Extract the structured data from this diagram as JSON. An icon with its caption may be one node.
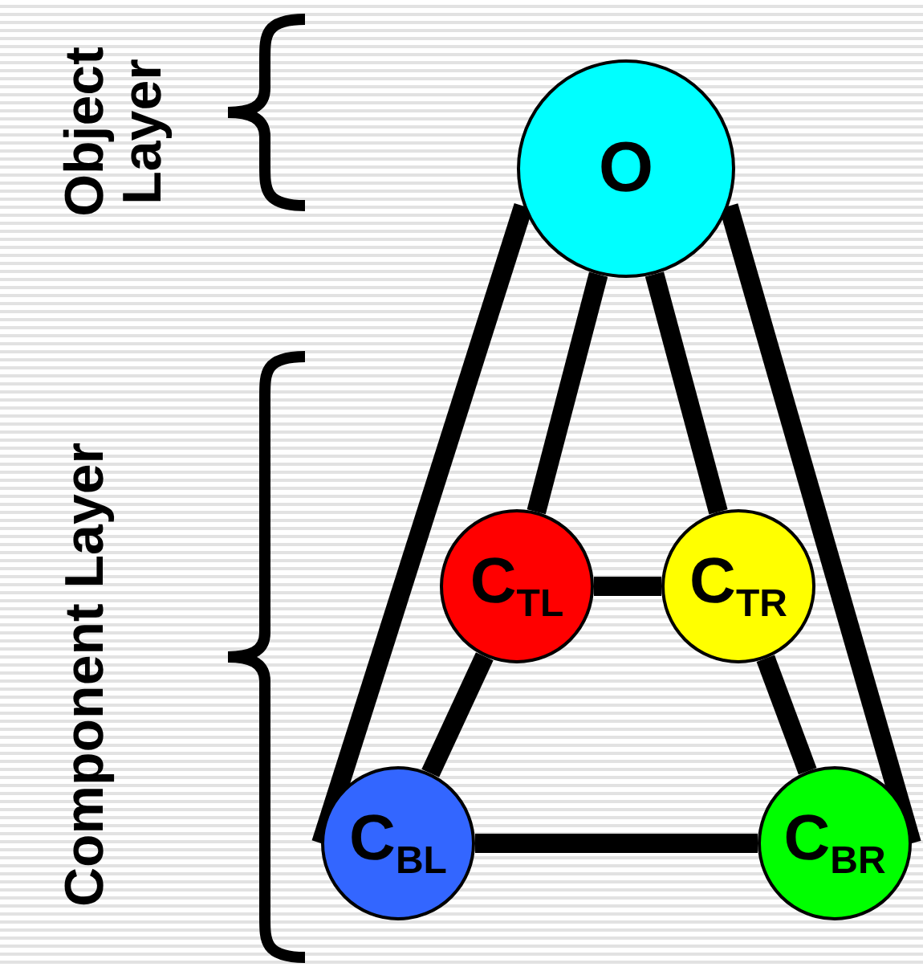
{
  "diagram": {
    "nodes": [
      {
        "text": [
          "O"
        ]
      },
      {
        "text": [
          "C$_{TL}$"
        ]
      },
      {
        "text": [
          "C$_{TR}$"
        ]
      },
      {
        "text": [
          "C$_{BL}$"
        ]
      },
      {
        "text": [
          "C$_{BR}$"
        ]
      }
    ],
    "edges": [
      {
        "from": 0,
        "to": 3,
        "arrow": "none"
      },
      {
        "from": 0,
        "to": 1,
        "arrow": "none"
      },
      {
        "from": 0,
        "to": 2,
        "arrow": "none"
      },
      {
        "from": 0,
        "to": 4,
        "arrow": "none"
      },
      {
        "from": 1,
        "to": 2,
        "arrow": "none"
      },
      {
        "from": 1,
        "to": 3,
        "arrow": "none"
      },
      {
        "from": 2,
        "to": 4,
        "arrow": "none"
      },
      {
        "from": 3,
        "to": 4,
        "arrow": "none"
      }
    ],
    "labels": [
      "Object Layer",
      "Component Layer"
    ]
  }
}
